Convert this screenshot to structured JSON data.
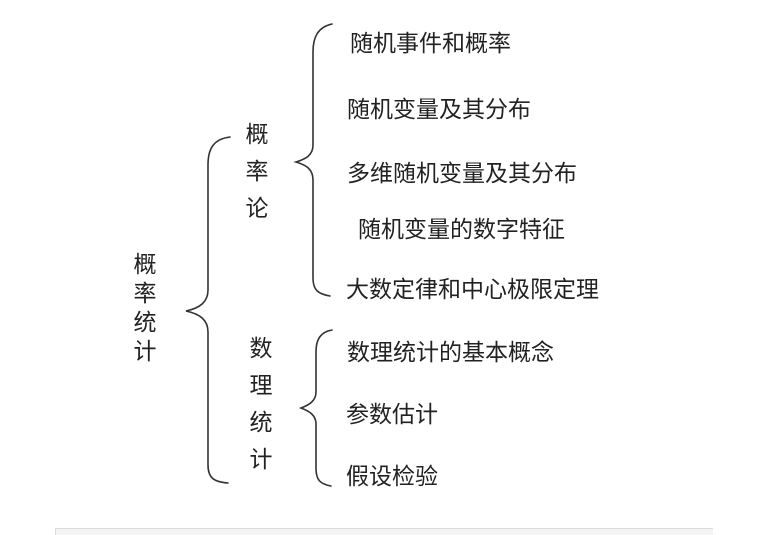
{
  "root": {
    "label": "概率统计"
  },
  "branches": [
    {
      "label": "概率论",
      "items": [
        "随机事件和概率",
        "随机变量及其分布",
        "多维随机变量及其分布",
        "随机变量的数字特征",
        "大数定律和中心极限定理"
      ]
    },
    {
      "label": "数理统计",
      "items": [
        "数理统计的基本概念",
        "参数估计",
        "假设检验"
      ]
    }
  ]
}
